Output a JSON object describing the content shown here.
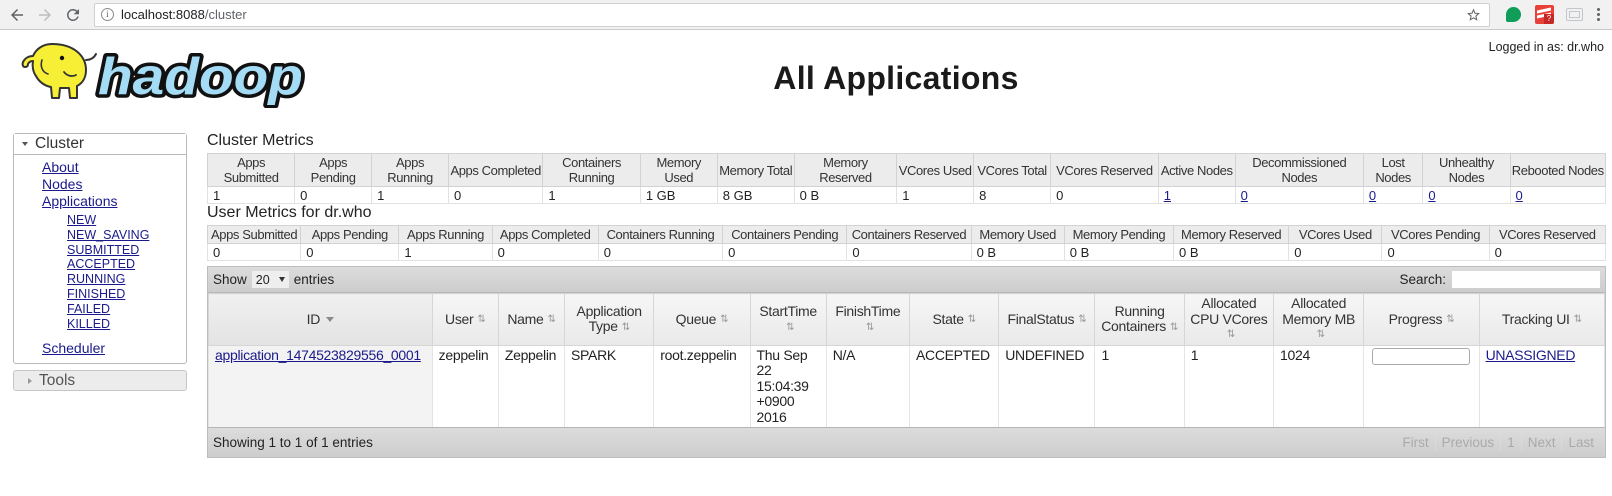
{
  "browser": {
    "back_icon": "back-arrow-icon",
    "forward_icon": "forward-arrow-icon",
    "reload_icon": "reload-icon",
    "url_host": "localhost:8088",
    "url_path": "/cluster",
    "star_icon": "bookmark-star-icon",
    "ext_badge": "?",
    "menu_icon": "kebab-menu-icon"
  },
  "header": {
    "title": "All Applications",
    "logged_in": "Logged in as: dr.who",
    "logo_text": "hadoop"
  },
  "sidebar": {
    "cluster_label": "Cluster",
    "tools_label": "Tools",
    "links": [
      {
        "label": "About",
        "sub": false
      },
      {
        "label": "Nodes",
        "sub": false
      },
      {
        "label": "Applications",
        "sub": false
      },
      {
        "label": "NEW",
        "sub": true
      },
      {
        "label": "NEW_SAVING",
        "sub": true
      },
      {
        "label": "SUBMITTED",
        "sub": true
      },
      {
        "label": "ACCEPTED",
        "sub": true
      },
      {
        "label": "RUNNING",
        "sub": true
      },
      {
        "label": "FINISHED",
        "sub": true
      },
      {
        "label": "FAILED",
        "sub": true
      },
      {
        "label": "KILLED",
        "sub": true
      }
    ],
    "scheduler_label": "Scheduler"
  },
  "cluster_metrics": {
    "title": "Cluster Metrics",
    "columns": [
      "Apps Submitted",
      "Apps Pending",
      "Apps Running",
      "Apps Completed",
      "Containers Running",
      "Memory Used",
      "Memory Total",
      "Memory Reserved",
      "VCores Used",
      "VCores Total",
      "VCores Reserved",
      "Active Nodes",
      "Decommissioned Nodes",
      "Lost Nodes",
      "Unhealthy Nodes",
      "Rebooted Nodes"
    ],
    "values": [
      "1",
      "0",
      "1",
      "0",
      "1",
      "1 GB",
      "8 GB",
      "0 B",
      "1",
      "8",
      "0",
      "1",
      "0",
      "0",
      "0",
      "0"
    ],
    "link_indexes": [
      11,
      12,
      13,
      14,
      15
    ]
  },
  "user_metrics": {
    "title": "User Metrics for dr.who",
    "columns": [
      "Apps Submitted",
      "Apps Pending",
      "Apps Running",
      "Apps Completed",
      "Containers Running",
      "Containers Pending",
      "Containers Reserved",
      "Memory Used",
      "Memory Pending",
      "Memory Reserved",
      "VCores Used",
      "VCores Pending",
      "VCores Reserved"
    ],
    "values": [
      "0",
      "0",
      "1",
      "0",
      "0",
      "0",
      "0",
      "0 B",
      "0 B",
      "0 B",
      "0",
      "0",
      "0"
    ]
  },
  "datatable": {
    "show_label": "Show",
    "entries_label": "entries",
    "page_length": "20",
    "search_label": "Search:",
    "search_value": "",
    "search_placeholder": "",
    "columns": [
      {
        "label": "ID",
        "sort": "desc"
      },
      {
        "label": "User",
        "sort": "both"
      },
      {
        "label": "Name",
        "sort": "both"
      },
      {
        "label": "Application Type",
        "sort": "both"
      },
      {
        "label": "Queue",
        "sort": "both"
      },
      {
        "label": "StartTime",
        "sort": "both"
      },
      {
        "label": "FinishTime",
        "sort": "both"
      },
      {
        "label": "State",
        "sort": "both"
      },
      {
        "label": "FinalStatus",
        "sort": "both"
      },
      {
        "label": "Running Containers",
        "sort": "both"
      },
      {
        "label": "Allocated CPU VCores",
        "sort": "both"
      },
      {
        "label": "Allocated Memory MB",
        "sort": "both"
      },
      {
        "label": "Progress",
        "sort": "both"
      },
      {
        "label": "Tracking UI",
        "sort": "both"
      }
    ],
    "rows": [
      {
        "id": "application_1474523829556_0001",
        "user": "zeppelin",
        "name": "Zeppelin",
        "application_type": "SPARK",
        "queue": "root.zeppelin",
        "start_time": "Thu Sep 22 15:04:39 +0900 2016",
        "finish_time": "N/A",
        "state": "ACCEPTED",
        "final_status": "UNDEFINED",
        "running_containers": "1",
        "allocated_cpu_vcores": "1",
        "allocated_memory_mb": "1024",
        "progress_percent": 0,
        "tracking_ui": "UNASSIGNED"
      }
    ],
    "info": "Showing 1 to 1 of 1 entries",
    "paginate": {
      "first": "First",
      "previous": "Previous",
      "page": "1",
      "next": "Next",
      "last": "Last"
    }
  }
}
